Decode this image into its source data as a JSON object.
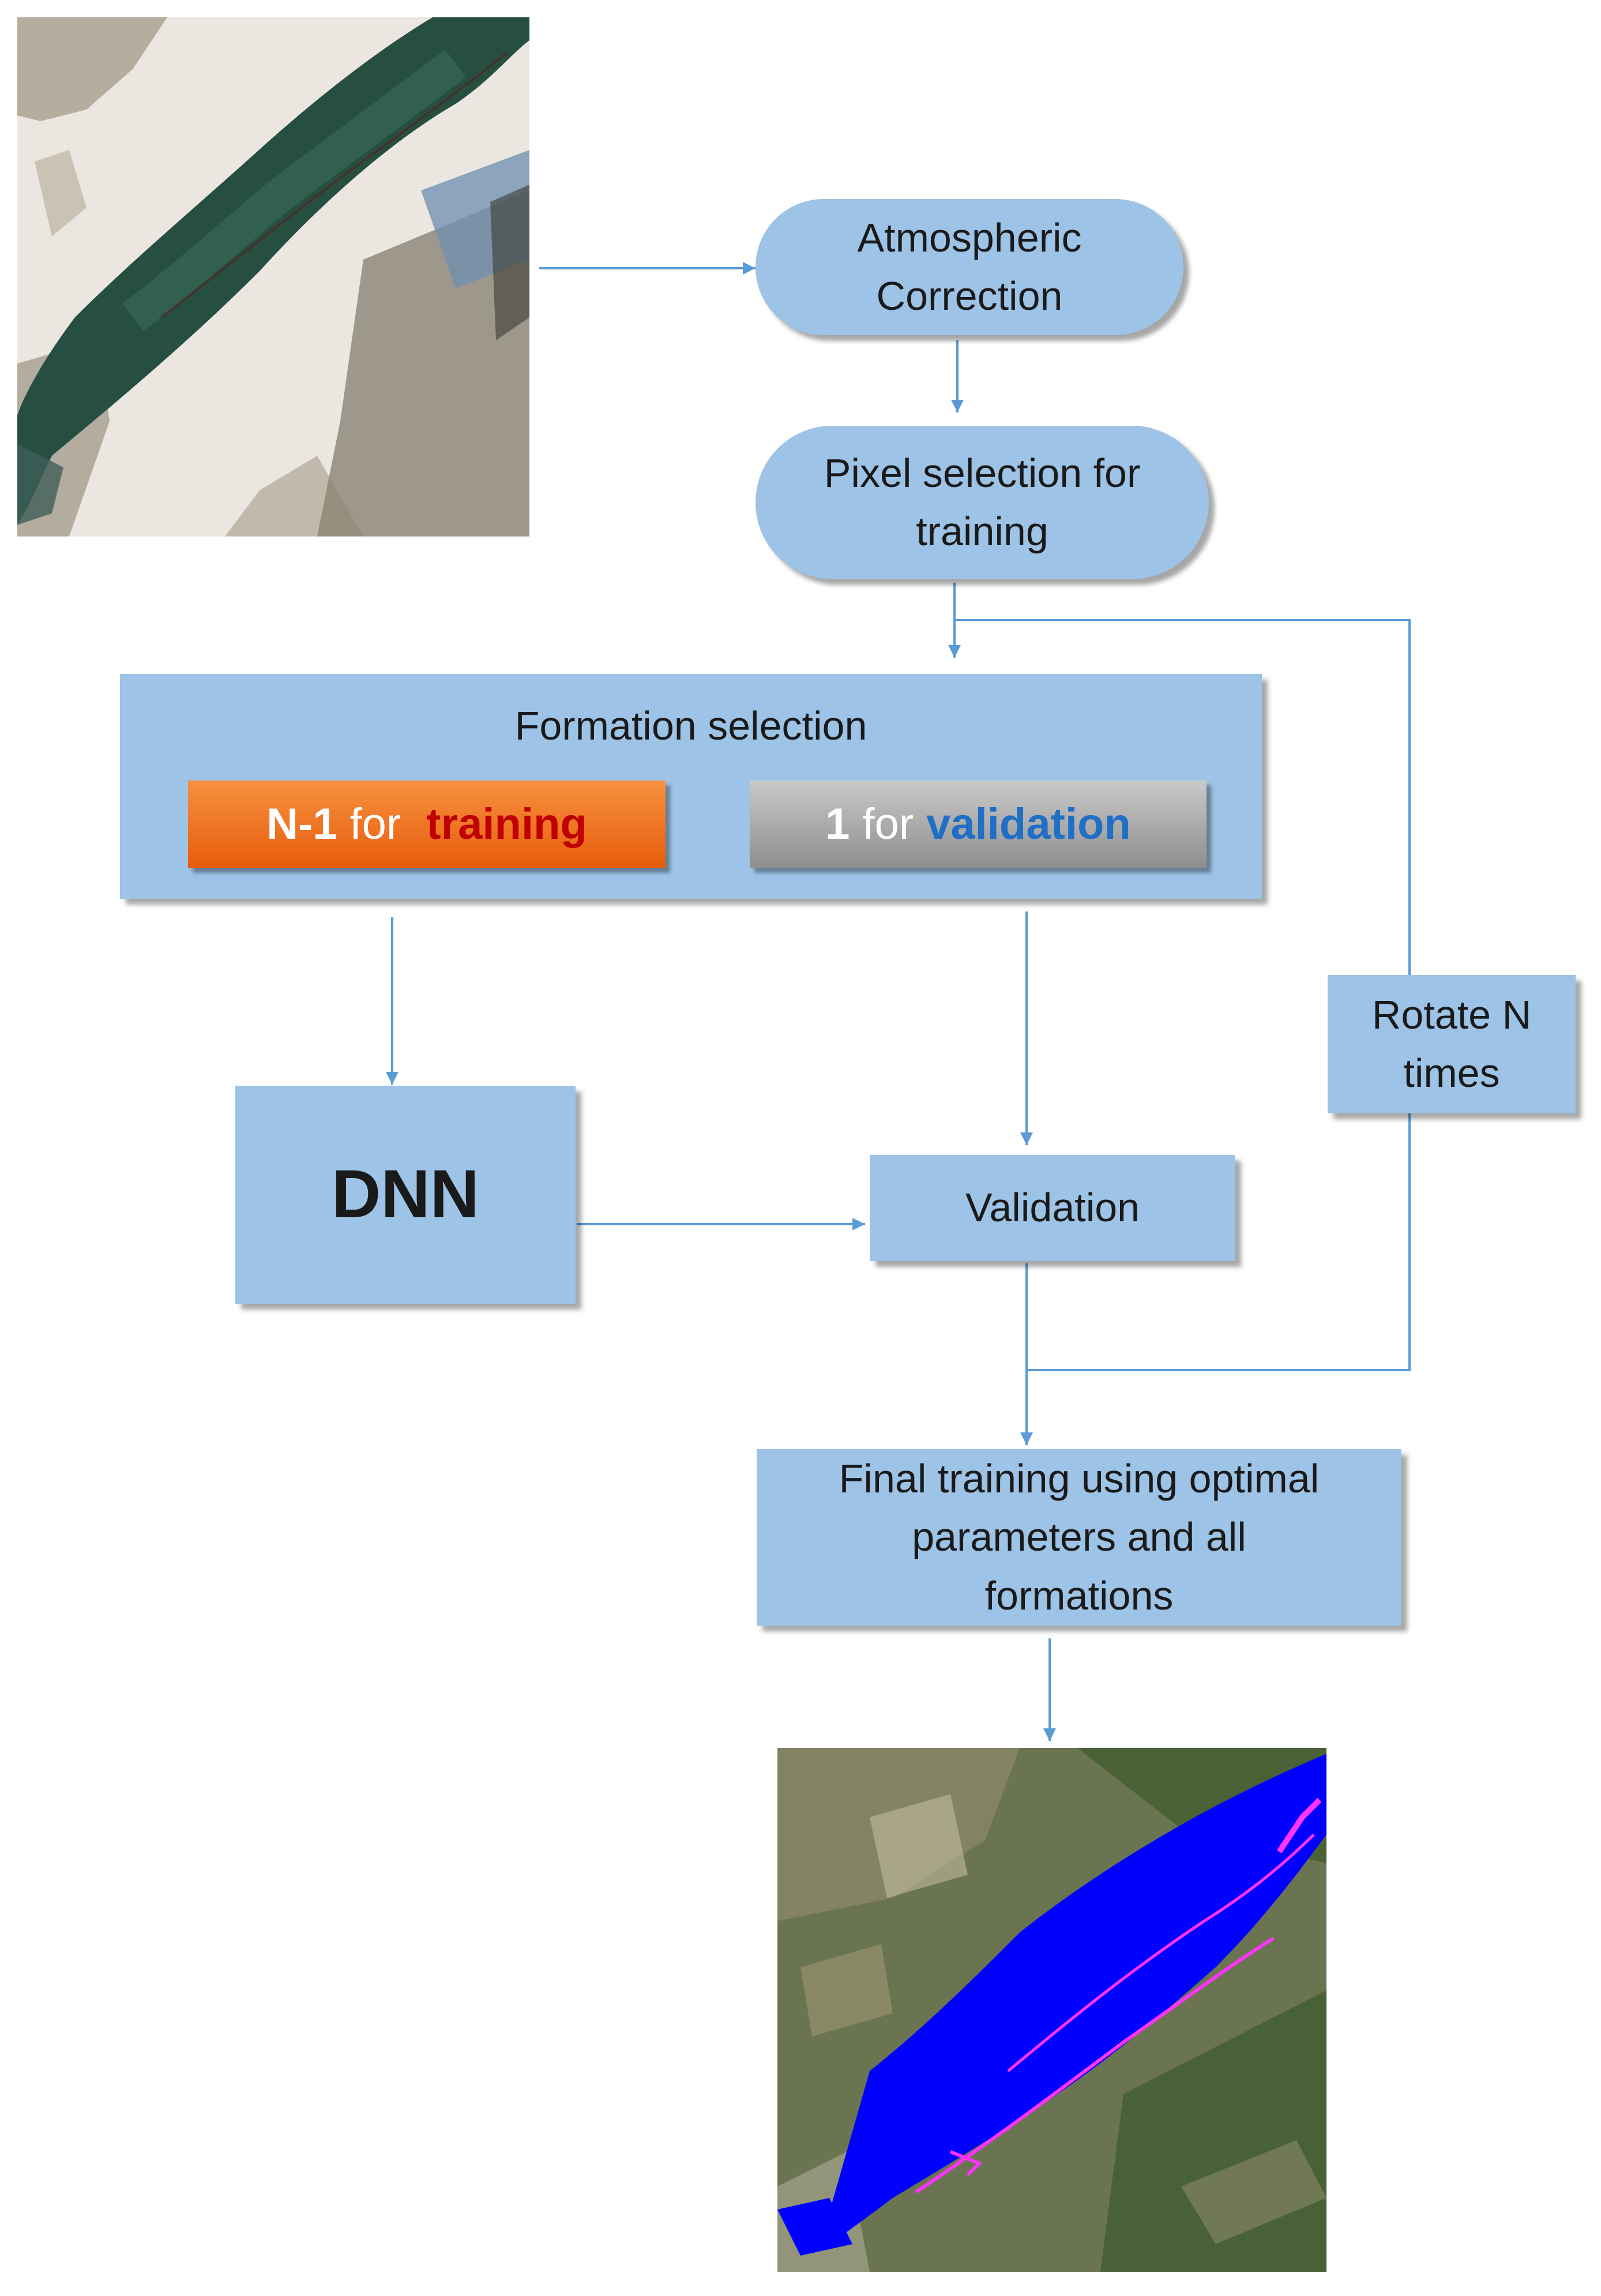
{
  "colors": {
    "box_fill": "#9dc3e6",
    "arrow": "#5b9bd5",
    "training_box": "#f07a2a",
    "validation_box": "#a6a6a6",
    "training_word": "#c00000",
    "validation_word": "#1f6fc7",
    "water_class": "#0000ff",
    "shoreline_class": "#ff33ff"
  },
  "nodes": {
    "atmospheric_correction": {
      "line1": "Atmospheric",
      "line2": "Correction"
    },
    "pixel_selection": {
      "line1": "Pixel selection for",
      "line2": "training"
    },
    "formation_selection": {
      "title": "Formation selection",
      "training_box": {
        "prefix": "N-1",
        "middle": "for",
        "keyword": "training"
      },
      "validation_box": {
        "prefix": "1",
        "middle": "for",
        "keyword": "validation"
      }
    },
    "dnn": {
      "label": "DNN"
    },
    "validation": {
      "label": "Validation"
    },
    "rotate": {
      "line1": "Rotate N",
      "line2": "times"
    },
    "final_training": {
      "line1": "Final training using optimal",
      "line2": "parameters and all",
      "line3": "formations"
    }
  },
  "images": {
    "input": {
      "icon": "satellite-lake-snow-image"
    },
    "output": {
      "icon": "classified-lake-map-image"
    }
  }
}
